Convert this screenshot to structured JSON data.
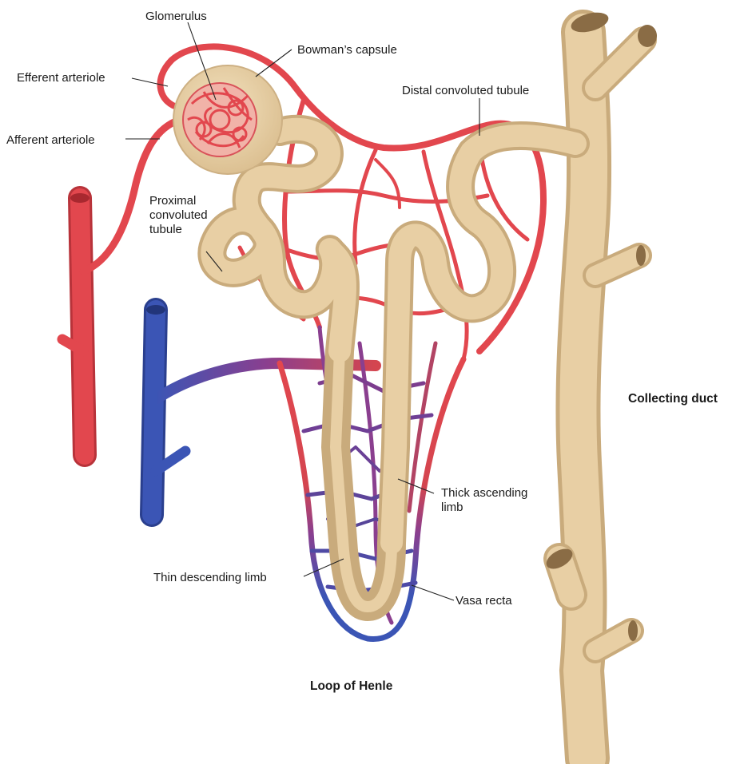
{
  "labels": {
    "glomerulus": "Glomerulus",
    "bowmans_capsule": "Bowman’s capsule",
    "efferent_arteriole": "Efferent arteriole",
    "afferent_arteriole": "Afferent arteriole",
    "distal_convoluted_tubule": "Distal convoluted tubule",
    "proximal_convoluted_tubule": [
      "Proximal",
      "convoluted",
      "tubule"
    ],
    "collecting_duct": "Collecting duct",
    "thick_ascending_limb": [
      "Thick ascending",
      "limb"
    ],
    "thin_descending_limb": "Thin descending limb",
    "vasa_recta": "Vasa recta",
    "loop_of_henle": "Loop of Henle"
  },
  "colors": {
    "artery": "#e2474e",
    "artery_dark": "#b8333a",
    "vein": "#3b55b5",
    "vein_dark": "#2a3f8e",
    "mixed": "#8a3f8f",
    "tubule": "#e8cfa4",
    "tubule_dark": "#c9ab7c",
    "capsule": "#eed9b0"
  }
}
